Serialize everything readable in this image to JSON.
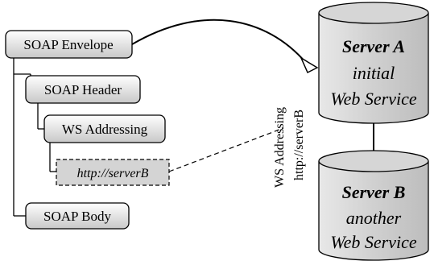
{
  "tree": {
    "envelope": "SOAP Envelope",
    "header": "SOAP Header",
    "ws_addressing": "WS Addressing",
    "address": "http://serverB",
    "body": "SOAP Body"
  },
  "servers": {
    "a": {
      "name": "Server A",
      "line1": "initial",
      "line2": "Web Service"
    },
    "b": {
      "name": "Server B",
      "line1": "another",
      "line2": "Web Service"
    }
  },
  "annotation": {
    "line1": "WS Addressing",
    "line2": "http://serverB"
  },
  "colors": {
    "box_fill": "#d9d9d9",
    "server_fill": "#d9d9d9",
    "stroke": "#000000"
  }
}
